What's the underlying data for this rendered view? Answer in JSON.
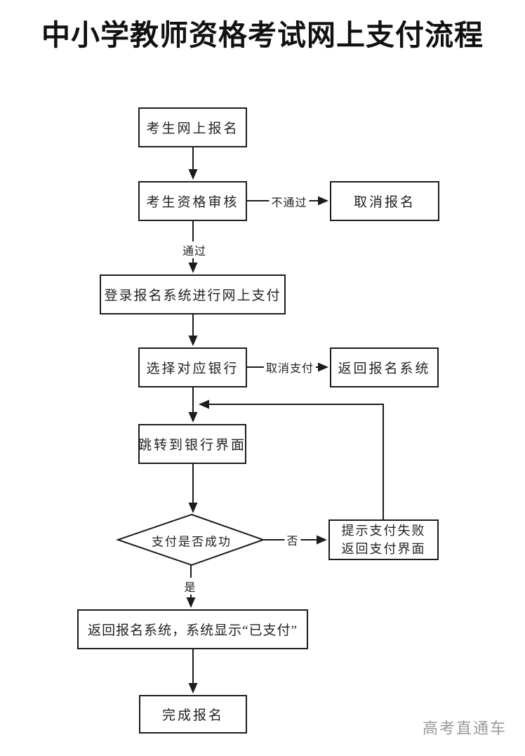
{
  "title": "中小学教师资格考试网上支付流程",
  "watermark": "高考直通车",
  "colors": {
    "line": "#1c1c1c",
    "box_background": "#ffffff",
    "watermark_gray": "#9b9b9b"
  },
  "nodes": {
    "register": "考生网上报名",
    "qualification_review": "考生资格审核",
    "cancel_registration": "取消报名",
    "login_payment": "登录报名系统进行网上支付",
    "choose_bank": "选择对应银行",
    "return_registration_system": "返回报名系统",
    "bank_interface": "跳转到银行界面",
    "payment_decision": "支付是否成功",
    "payment_failed_line1": "提示支付失败",
    "payment_failed_line2": "返回支付界面",
    "system_shows_paid": "返回报名系统，系统显示“已支付”",
    "complete_registration": "完成报名"
  },
  "edge_labels": {
    "not_passed": "不通过",
    "passed": "通过",
    "cancel_payment": "取消支付",
    "no": "否",
    "yes": "是"
  }
}
